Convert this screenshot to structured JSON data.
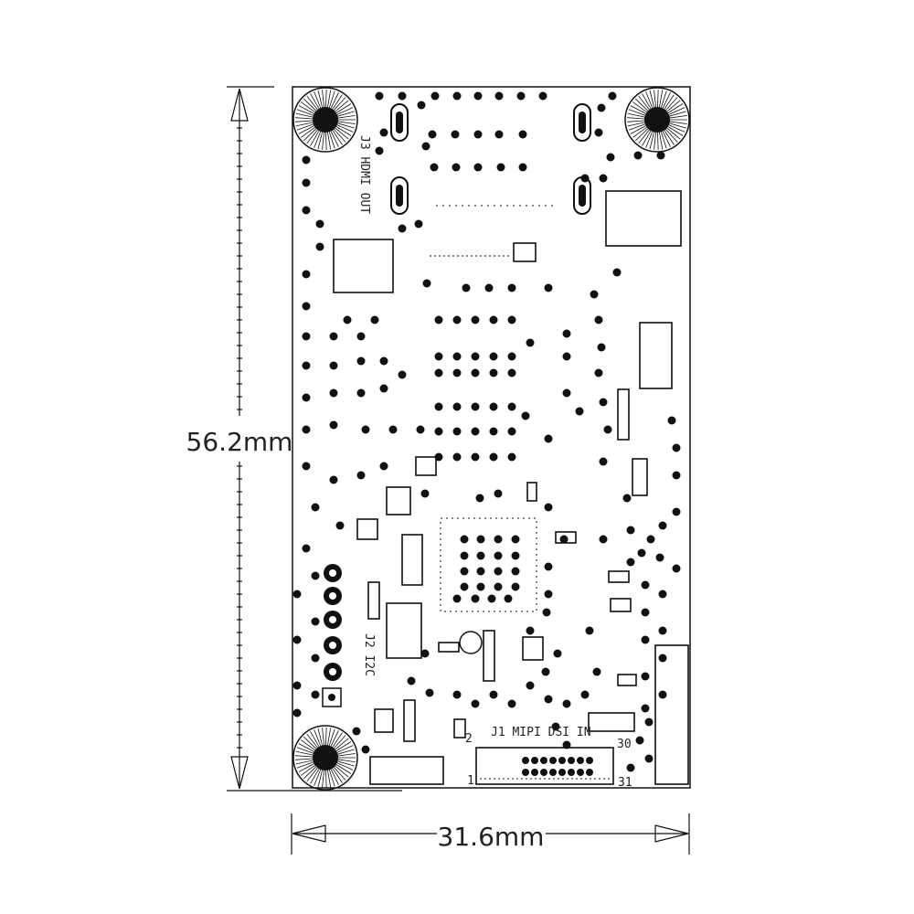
{
  "dimensions": {
    "height_label": "56.2mm",
    "width_label": "31.6mm"
  },
  "silkscreen": {
    "hdmi": "J3  HDMI  OUT",
    "i2c": "J2   I2C",
    "mipi": "J1 MIPI DSI IN",
    "pin_2": "2",
    "pin_30": "30",
    "pin_1": "1",
    "pin_31": "31"
  }
}
